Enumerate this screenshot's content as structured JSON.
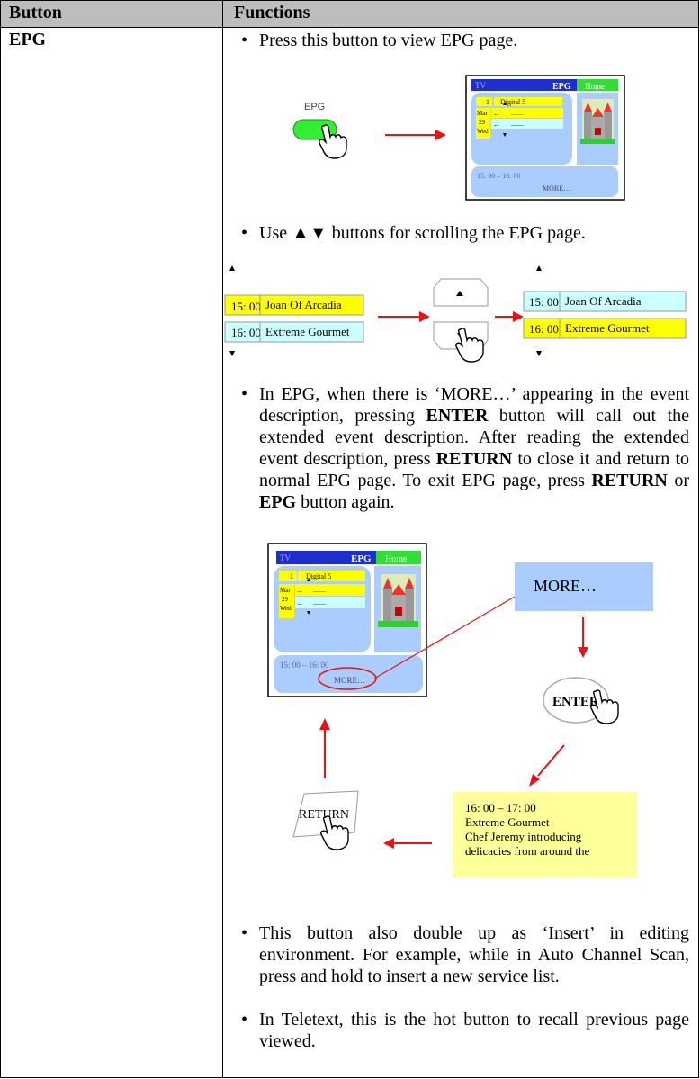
{
  "table": {
    "header": {
      "button": "Button",
      "functions": "Functions"
    },
    "row": {
      "button_name": "EPG"
    }
  },
  "bullets": {
    "b1": "Press this button to view EPG page.",
    "b2": "Use ▲▼ buttons for scrolling the EPG page.",
    "b3_parts": [
      "In EPG, when there is ‘MORE…’ appearing in the event description, pressing ",
      "ENTER",
      " button will call out the extended event description. After reading the extended event description, press ",
      "RETURN",
      " to close it and return to normal EPG page. To exit EPG page, press ",
      "RETURN",
      " or ",
      "EPG",
      " button again."
    ],
    "b4": "This button also double up as ‘Insert’ in editing environment. For example, while in Auto Channel Scan, press and hold to insert a new service list.",
    "b5": "In Teletext, this is the hot button to recall previous page viewed."
  },
  "figure1": {
    "remote_button_label": "EPG",
    "screen": {
      "tv": "TV",
      "epg": "EPG",
      "home": "Home",
      "channel_num": "1",
      "channel_name": "Digital 5",
      "date_month": "Mar",
      "date_day": "29",
      "date_dow": "Wed",
      "dash_short": "--",
      "dash_long": "——",
      "time_range": "15: 00 – 16: 00",
      "more": "MORE…"
    }
  },
  "figure2": {
    "left_list": [
      {
        "time": "15: 00",
        "title": "Joan Of Arcadia"
      },
      {
        "time": "16: 00",
        "title": "Extreme Gourmet"
      }
    ],
    "right_list": [
      {
        "time": "15: 00",
        "title": "Joan Of Arcadia"
      },
      {
        "time": "16: 00",
        "title": "Extreme Gourmet"
      }
    ],
    "up_glyph": "▲",
    "down_glyph": "▼"
  },
  "figure3": {
    "screen": {
      "tv": "TV",
      "epg": "EPG",
      "home": "Home",
      "channel_num": "1",
      "channel_name": "Digital 5",
      "date_month": "Mar",
      "date_day": "29",
      "date_dow": "Wed",
      "dash_short": "--",
      "dash_long": "——",
      "time_range": "15: 00 – 16: 00",
      "more": "MORE…"
    },
    "more_box": "MORE…",
    "enter_label": "ENTER",
    "return_label": "RETURN",
    "info_lines": [
      "16: 00 – 17: 00",
      "Extreme Gourmet",
      "Chef Jeremy introducing",
      "delicacies from around the"
    ]
  },
  "colors": {
    "header_bg": "#bdbdbd",
    "green": "#33ee33",
    "red": "#ee1111",
    "yellow": "#ffff00",
    "light_blue": "#aaccff",
    "cyan_box": "#ccffff",
    "note_yellow": "#ffff99"
  }
}
